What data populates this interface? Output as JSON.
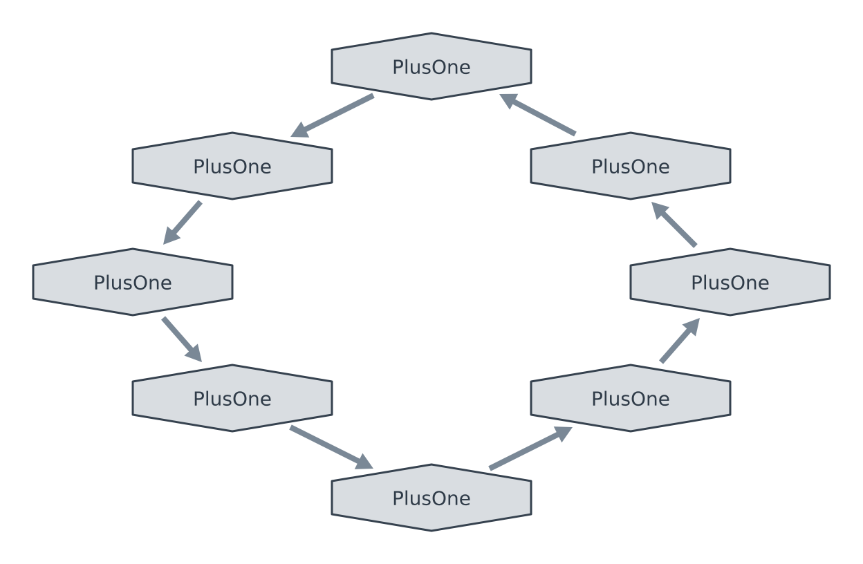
{
  "diagram": {
    "nodes": [
      {
        "id": "n1",
        "label": "PlusOne"
      },
      {
        "id": "n2",
        "label": "PlusOne"
      },
      {
        "id": "n3",
        "label": "PlusOne"
      },
      {
        "id": "n4",
        "label": "PlusOne"
      },
      {
        "id": "n5",
        "label": "PlusOne"
      },
      {
        "id": "n6",
        "label": "PlusOne"
      },
      {
        "id": "n7",
        "label": "PlusOne"
      },
      {
        "id": "n8",
        "label": "PlusOne"
      }
    ],
    "edges": [
      {
        "from": "n1",
        "to": "n2"
      },
      {
        "from": "n2",
        "to": "n3"
      },
      {
        "from": "n3",
        "to": "n4"
      },
      {
        "from": "n4",
        "to": "n5"
      },
      {
        "from": "n5",
        "to": "n6"
      },
      {
        "from": "n6",
        "to": "n7"
      },
      {
        "from": "n7",
        "to": "n8"
      },
      {
        "from": "n8",
        "to": "n1"
      }
    ],
    "colors": {
      "node_fill": "#d9dde1",
      "node_stroke": "#36424f",
      "label": "#2f3b48",
      "arrow": "#7a8896"
    }
  }
}
